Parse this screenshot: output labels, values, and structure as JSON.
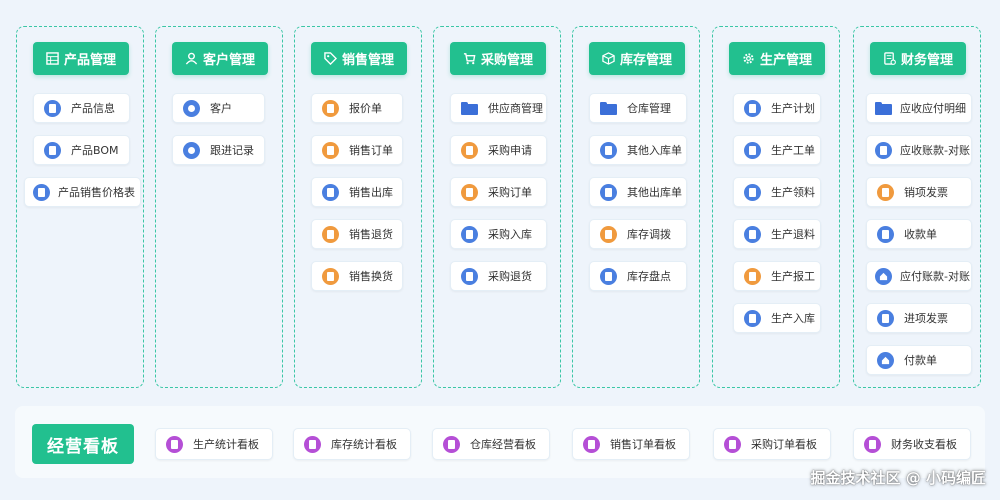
{
  "theme": {
    "accent": "#22c08f",
    "icon_blue": "#4a7fe0",
    "icon_orange": "#f09a3e",
    "icon_purple": "#b54fd6",
    "background": "#eef4fb"
  },
  "modules": [
    {
      "title": "产品管理",
      "icon": "table-icon",
      "items": [
        {
          "label": "产品信息",
          "icon": "doc-icon"
        },
        {
          "label": "产品BOM",
          "icon": "doc-icon"
        },
        {
          "label": "产品销售价格表",
          "icon": "doc-icon"
        }
      ]
    },
    {
      "title": "客户管理",
      "icon": "user-icon",
      "items": [
        {
          "label": "客户",
          "icon": "person-icon"
        },
        {
          "label": "跟进记录",
          "icon": "person-icon"
        }
      ]
    },
    {
      "title": "销售管理",
      "icon": "tag-icon",
      "items": [
        {
          "label": "报价单",
          "icon": "doc-icon"
        },
        {
          "label": "销售订单",
          "icon": "doc-icon"
        },
        {
          "label": "销售出库",
          "icon": "doc-icon"
        },
        {
          "label": "销售退货",
          "icon": "doc-icon"
        },
        {
          "label": "销售换货",
          "icon": "doc-icon"
        }
      ]
    },
    {
      "title": "采购管理",
      "icon": "cart-icon",
      "items": [
        {
          "label": "供应商管理",
          "icon": "folder-icon"
        },
        {
          "label": "采购申请",
          "icon": "doc-icon"
        },
        {
          "label": "采购订单",
          "icon": "doc-icon"
        },
        {
          "label": "采购入库",
          "icon": "doc-icon"
        },
        {
          "label": "采购退货",
          "icon": "doc-icon"
        }
      ]
    },
    {
      "title": "库存管理",
      "icon": "box-icon",
      "items": [
        {
          "label": "仓库管理",
          "icon": "folder-icon"
        },
        {
          "label": "其他入库单",
          "icon": "doc-icon"
        },
        {
          "label": "其他出库单",
          "icon": "doc-icon"
        },
        {
          "label": "库存调拨",
          "icon": "doc-icon"
        },
        {
          "label": "库存盘点",
          "icon": "doc-icon"
        }
      ]
    },
    {
      "title": "生产管理",
      "icon": "gear-icon",
      "items": [
        {
          "label": "生产计划",
          "icon": "doc-icon"
        },
        {
          "label": "生产工单",
          "icon": "doc-icon"
        },
        {
          "label": "生产领料",
          "icon": "doc-icon"
        },
        {
          "label": "生产退料",
          "icon": "doc-icon"
        },
        {
          "label": "生产报工",
          "icon": "doc-icon"
        },
        {
          "label": "生产入库",
          "icon": "doc-icon"
        }
      ]
    },
    {
      "title": "财务管理",
      "icon": "finance-icon",
      "items": [
        {
          "label": "应收应付明细",
          "icon": "folder-icon"
        },
        {
          "label": "应收账款-对账",
          "icon": "doc-icon"
        },
        {
          "label": "销项发票",
          "icon": "doc-icon"
        },
        {
          "label": "收款单",
          "icon": "doc-icon"
        },
        {
          "label": "应付账款-对账",
          "icon": "home-icon"
        },
        {
          "label": "进项发票",
          "icon": "doc-icon"
        },
        {
          "label": "付款单",
          "icon": "home-icon"
        }
      ]
    }
  ],
  "dashboard": {
    "title": "经营看板",
    "items": [
      {
        "label": "生产统计看板",
        "icon": "chart-icon"
      },
      {
        "label": "库存统计看板",
        "icon": "chart-icon"
      },
      {
        "label": "仓库经营看板",
        "icon": "chart-icon"
      },
      {
        "label": "销售订单看板",
        "icon": "chart-icon"
      },
      {
        "label": "采购订单看板",
        "icon": "chart-icon"
      },
      {
        "label": "财务收支看板",
        "icon": "chart-icon"
      }
    ]
  },
  "watermark": "掘金技术社区 @ 小码编匠"
}
